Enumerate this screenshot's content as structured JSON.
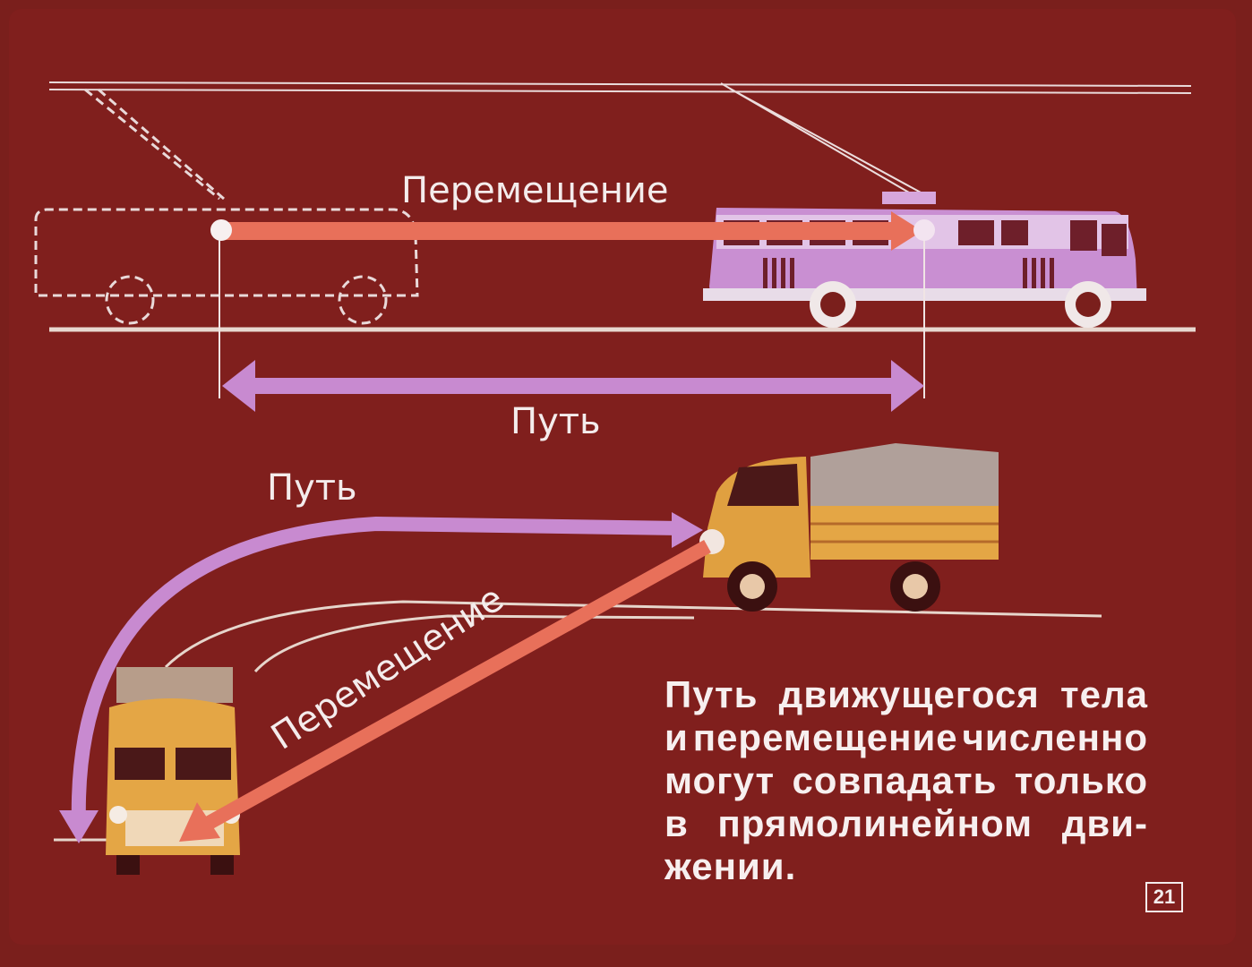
{
  "labels": {
    "displacement_top": "Перемещение",
    "path_middle": "Путь",
    "path_lower": "Путь",
    "displacement_diagonal": "Перемещение"
  },
  "caption": {
    "lines": [
      [
        "Путь",
        "движущегося",
        "тела"
      ],
      [
        "и",
        "перемещение",
        "численно"
      ],
      [
        "могут",
        "совпадать",
        "только"
      ],
      [
        "в",
        "прямолинейном",
        "дви-"
      ],
      [
        "жении."
      ]
    ]
  },
  "page_number": "21",
  "colors": {
    "background": "#7a1f1c",
    "displacement_arrow": "#e8705a",
    "path_arrow": "#c88ad0",
    "trolleybus": "#c98fd2",
    "truck": "#e0a040",
    "text": "#f4ecec"
  }
}
